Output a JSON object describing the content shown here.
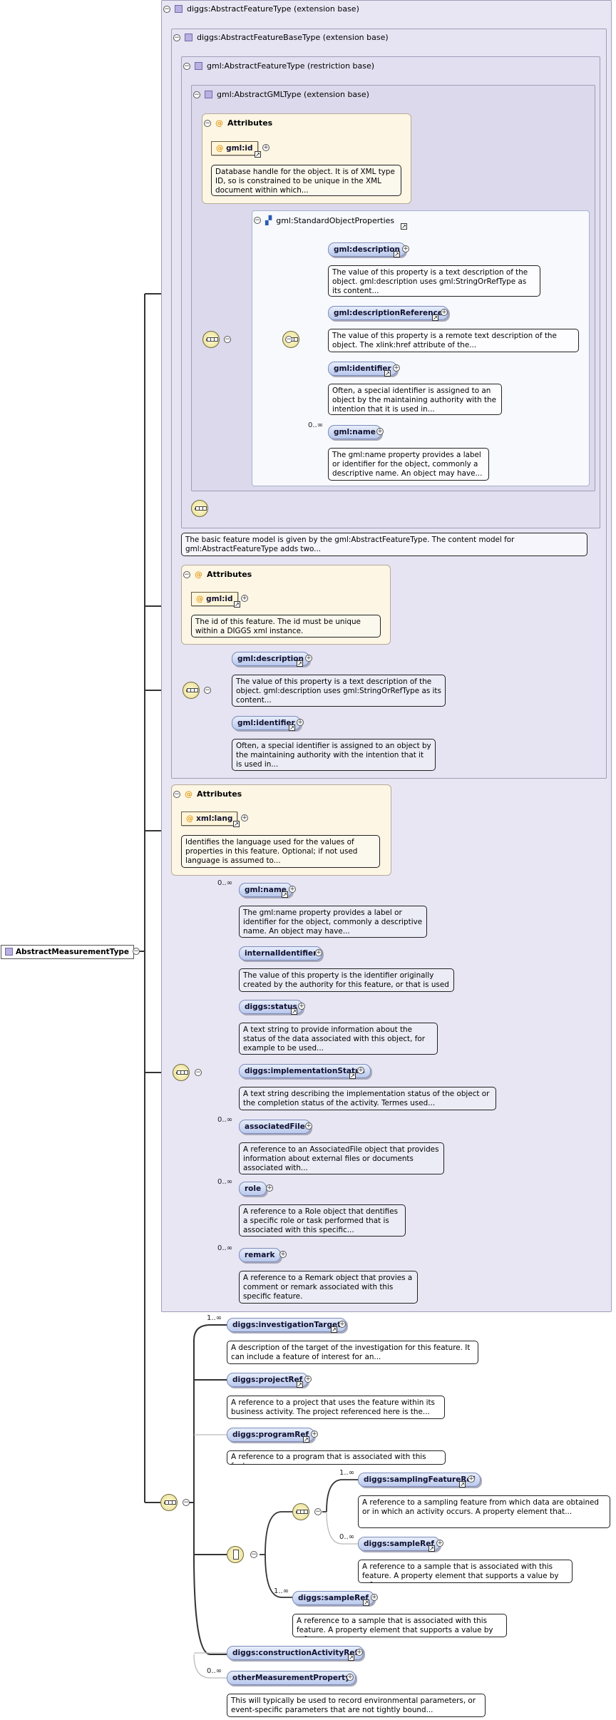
{
  "root": {
    "label": "AbstractMeasurementType"
  },
  "types": {
    "feature": "diggs:AbstractFeatureType (extension base)",
    "featureBase": "diggs:AbstractFeatureBaseType (extension base)",
    "gmlFeature": "gml:AbstractFeatureType (restriction base)",
    "gmlType": "gml:AbstractGMLType (extension base)",
    "standardProps": "gml:StandardObjectProperties"
  },
  "attributes": {
    "title": "Attributes",
    "gml_id_1": {
      "name": "gml:id",
      "doc": "Database handle for the object. It is of XML type ID, so is constrained to be unique in the XML document within which..."
    },
    "gml_id_2": {
      "name": "gml:id",
      "doc": "The id of this feature. The id must be unique within a DIGGS xml instance."
    },
    "xml_lang": {
      "name": "xml:lang",
      "doc": "Identifies the language used for the values of properties in this feature. Optional; if not used language is assumed to..."
    }
  },
  "gml_elements": [
    {
      "name": "gml:description",
      "doc": "The value of this property is a text description of the object. gml:description uses gml:StringOrRefType as its content..."
    },
    {
      "name": "gml:descriptionReference",
      "doc": "The value of this property is a remote text description of the object. The xlink:href attribute of the..."
    },
    {
      "name": "gml:identifier",
      "doc": "Often, a special identifier is assigned to an object by the maintaining authority with the intention that it is used in..."
    },
    {
      "name": "gml:name",
      "card": "0..∞",
      "doc": "The gml:name property provides a label or identifier for the object, commonly a descriptive name. An object may have..."
    }
  ],
  "feature_base_doc": "The basic feature model is given by the gml:AbstractFeatureType. The content model for gml:AbstractFeatureType adds two...",
  "base_elements": [
    {
      "name": "gml:description",
      "doc": "The value of this property is a text description of the object. gml:description uses gml:StringOrRefType as its content..."
    },
    {
      "name": "gml:identifier",
      "doc": "Often, a special identifier is assigned to an object by the maintaining authority with the intention that it is used in..."
    }
  ],
  "feature_elements": [
    {
      "name": "gml:name",
      "card": "0..∞",
      "doc": "The gml:name property provides a label or identifier for the object, commonly a descriptive name. An object may have..."
    },
    {
      "name": "internalIdentifier",
      "card": "",
      "doc": "The value of this property is the identifier originally created by the authority for this feature, or that is used as..."
    },
    {
      "name": "diggs:status",
      "card": "",
      "doc": "A text string to provide information about the status of the data associated with this object, for example to be used..."
    },
    {
      "name": "diggs:implementationStatus",
      "card": "",
      "doc": "A text string describing the implementation status of the object or the completion status of the activity. Termes used..."
    },
    {
      "name": "associatedFile",
      "card": "0..∞",
      "doc": "A reference to an AssociatedFile object that provides information about external files or documents associated with..."
    },
    {
      "name": "role",
      "card": "0..∞",
      "doc": "A reference to a Role object that dentifies a specific role or task performed that is associated with this specific..."
    },
    {
      "name": "remark",
      "card": "0..∞",
      "doc": "A reference to a Remark object that provies a comment or remark associated with this specific feature."
    }
  ],
  "measurement_elements": {
    "investigationTarget": {
      "name": "diggs:investigationTarget",
      "card": "1..∞",
      "doc": "A description of the target of the investigation for this feature. It can include a feature of interest for an..."
    },
    "projectRef": {
      "name": "diggs:projectRef",
      "doc": "A reference to a project that uses the feature within its business activity. The project referenced here is the..."
    },
    "programRef": {
      "name": "diggs:programRef",
      "doc": "A reference to a program that is associated with this feature."
    },
    "samplingFeatureRef": {
      "name": "diggs:samplingFeatureRef",
      "card": "1..∞",
      "doc": "A reference to a sampling feature from which data are obtained or in which an activity occurs. A property element that..."
    },
    "sampleRef1": {
      "name": "diggs:sampleRef",
      "card": "0..∞",
      "doc": "A reference to a sample that is associated with this feature. A property element that supports a value by reference..."
    },
    "sampleRef2": {
      "name": "diggs:sampleRef",
      "card": "1..∞",
      "doc": "A reference to a sample that is associated with this feature. A property element that supports a value by reference..."
    },
    "constructionActivityRef": {
      "name": "diggs:constructionActivityRef"
    },
    "otherMeasurementProperty": {
      "name": "otherMeasurementProperty",
      "card": "0..∞",
      "doc": "This will typically be used to record environmental parameters, or event-specific parameters that are not tightly bound..."
    }
  }
}
